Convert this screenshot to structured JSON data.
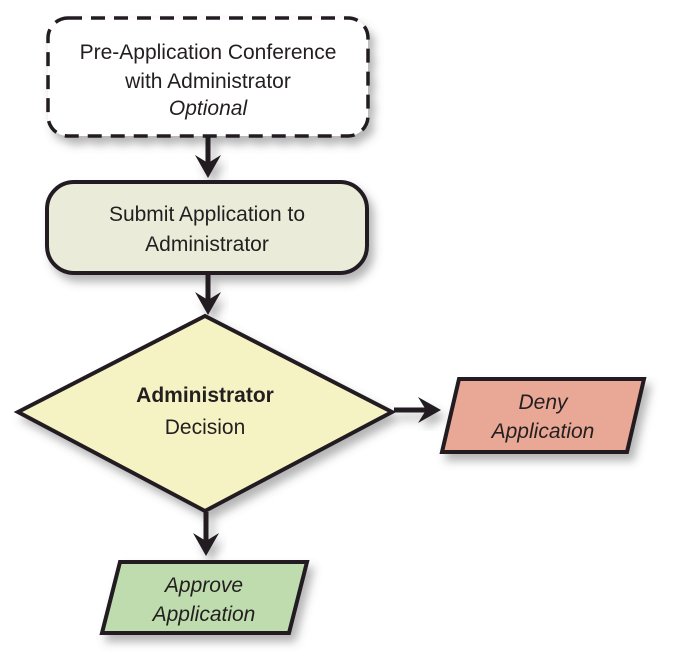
{
  "diagram": {
    "type": "flowchart",
    "colors": {
      "ink": "#231f20",
      "background": "#ffffff",
      "optional_fill": "#ffffff",
      "process_fill": "#eaebd9",
      "decision_fill": "#f5f3c4",
      "deny_fill": "#e9a795",
      "approve_fill": "#bedcad"
    },
    "nodes": {
      "pre_application": {
        "shape": "rounded-rect-dashed",
        "line1": "Pre-Application Conference",
        "line2": "with Administrator",
        "line3": "Optional"
      },
      "submit": {
        "shape": "rounded-rect",
        "line1": "Submit Application to",
        "line2": "Administrator"
      },
      "decision": {
        "shape": "diamond",
        "line1": "Administrator",
        "line2": "Decision"
      },
      "deny": {
        "shape": "parallelogram",
        "line1": "Deny",
        "line2": "Application"
      },
      "approve": {
        "shape": "parallelogram",
        "line1": "Approve",
        "line2": "Application"
      }
    },
    "edges": [
      {
        "from": "pre_application",
        "to": "submit",
        "direction": "down"
      },
      {
        "from": "submit",
        "to": "decision",
        "direction": "down"
      },
      {
        "from": "decision",
        "to": "deny",
        "direction": "right"
      },
      {
        "from": "decision",
        "to": "approve",
        "direction": "down"
      }
    ]
  }
}
